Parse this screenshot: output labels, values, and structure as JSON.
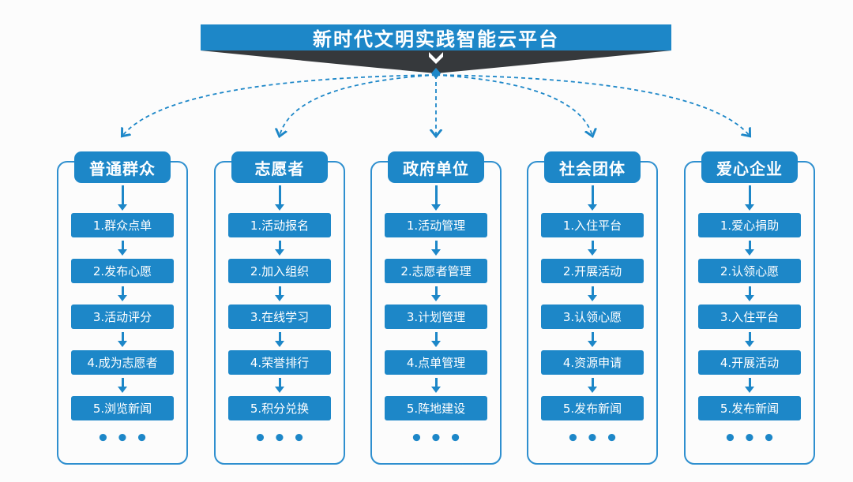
{
  "title": "新时代文明实践智能云平台",
  "colors": {
    "primary_blue": "#1d87c8",
    "frame_border": "#2e8fcf",
    "ribbon_dark": "#36393c",
    "background": "#fcfcfc",
    "text_on_blue": "#ffffff"
  },
  "columns": [
    {
      "title": "普通群众",
      "items": [
        "1.群众点单",
        "2.发布心愿",
        "3.活动评分",
        "4.成为志愿者",
        "5.浏览新闻"
      ],
      "more": "•••"
    },
    {
      "title": "志愿者",
      "items": [
        "1.活动报名",
        "2.加入组织",
        "3.在线学习",
        "4.荣誉排行",
        "5.积分兑换"
      ],
      "more": "•••"
    },
    {
      "title": "政府单位",
      "items": [
        "1.活动管理",
        "2.志愿者管理",
        "3.计划管理",
        "4.点单管理",
        "5.阵地建设"
      ],
      "more": "•••"
    },
    {
      "title": "社会团体",
      "items": [
        "1.入住平台",
        "2.开展活动",
        "3.认领心愿",
        "4.资源申请",
        "5.发布新闻"
      ],
      "more": "•••"
    },
    {
      "title": "爱心企业",
      "items": [
        "1.爱心捐助",
        "2.认领心愿",
        "3.入住平台",
        "4.开展活动",
        "5.发布新闻"
      ],
      "more": "•••"
    }
  ]
}
